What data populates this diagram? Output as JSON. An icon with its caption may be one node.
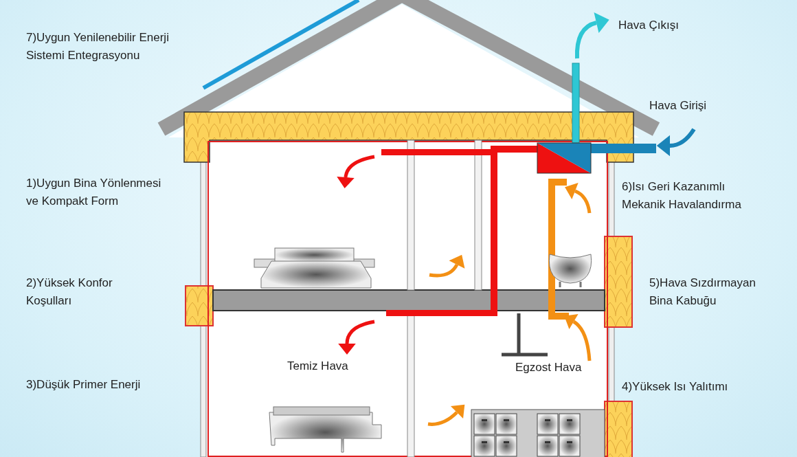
{
  "diagram": {
    "labels": [
      "Hava Çıkışı",
      "7)Uygun Yenilenebilir Enerji Sistemi Entegrasyonu",
      "Hava Girişi",
      "1)Uygun Bina Yönlenmesi ve Kompakt Form",
      "6)Isı Geri Kazanımlı Mekanik Havalandırma",
      "2)Yüksek Konfor Koşulları",
      "5)Hava Sızdırmayan Bina Kabuğu",
      "Temiz Hava",
      "Egzost Hava",
      "3)Düşük Primer Enerji",
      "4)Yüksek Isı Yalıtımı"
    ]
  }
}
